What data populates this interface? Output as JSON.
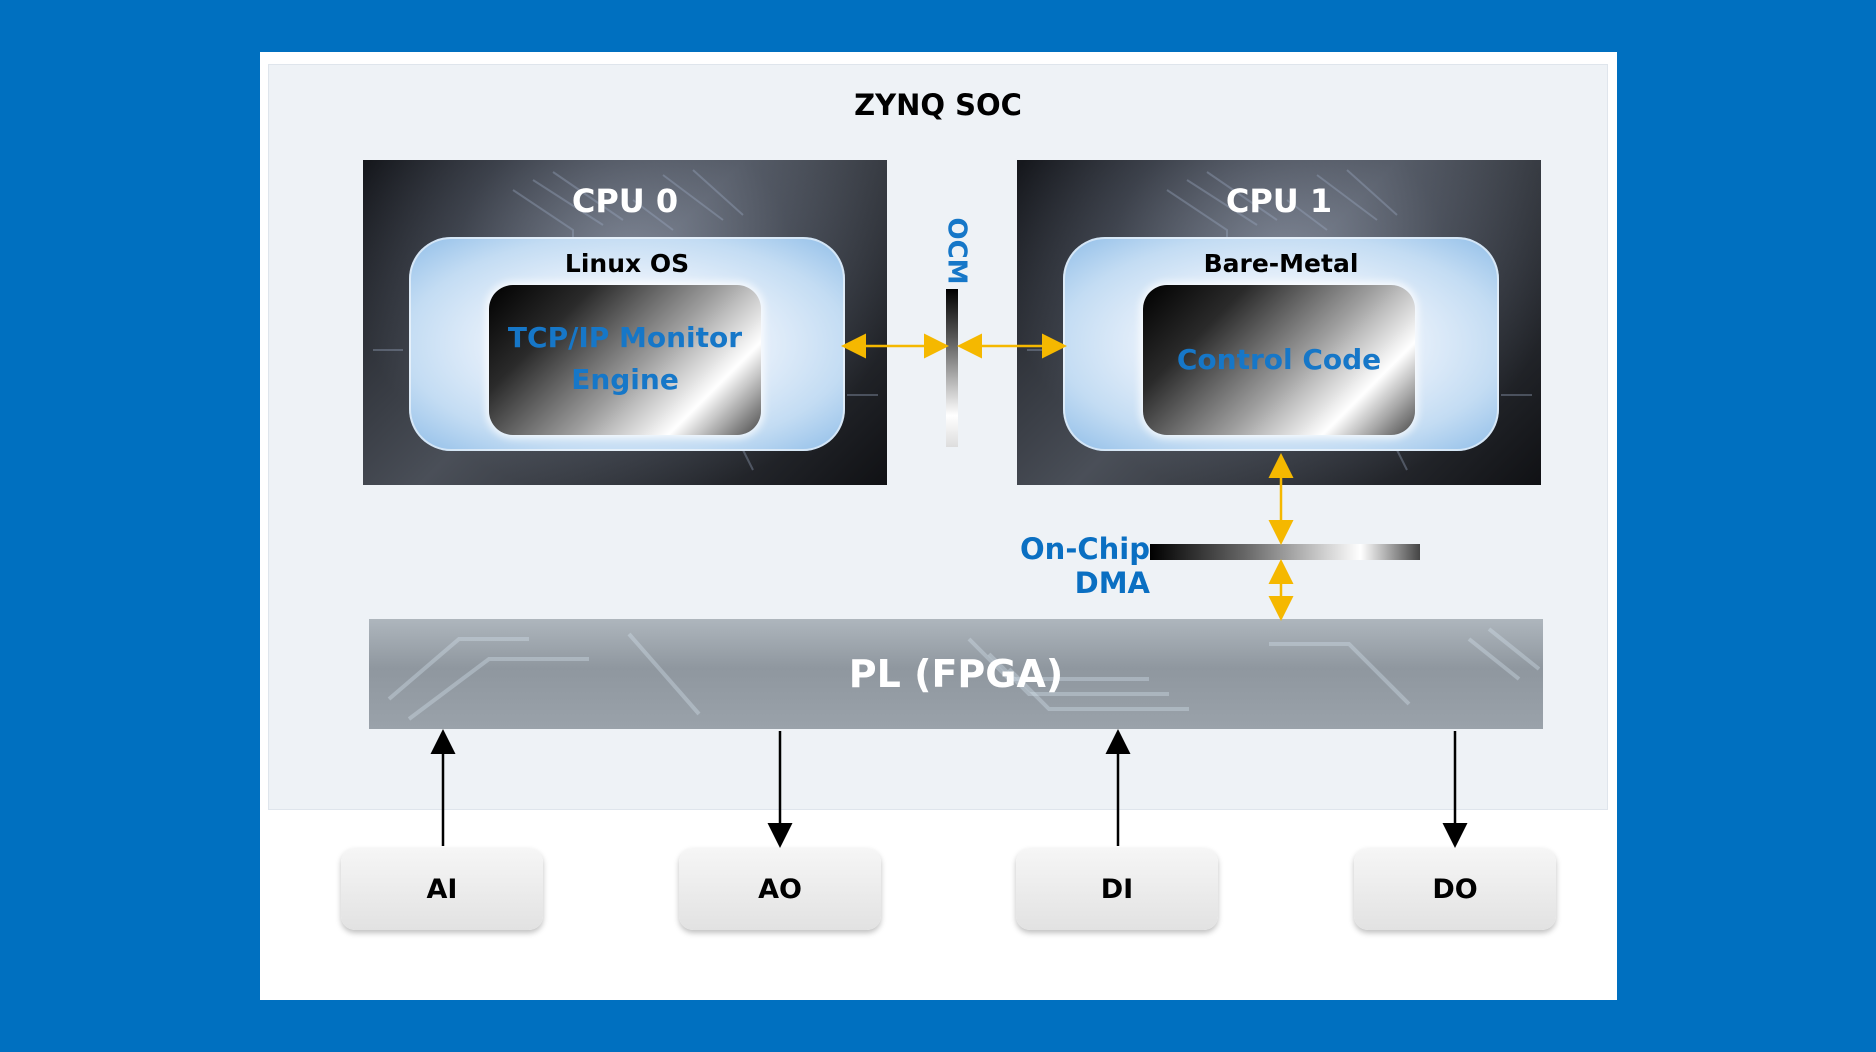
{
  "diagram": {
    "title": "ZYNQ SOC",
    "cpu0": {
      "title": "CPU 0",
      "os": "Linux OS",
      "engine_line1": "TCP/IP Monitor",
      "engine_line2": "Engine"
    },
    "cpu1": {
      "title": "CPU 1",
      "os": "Bare-Metal",
      "engine_line1": "Control Code"
    },
    "ocm_label": "OCM",
    "dma_label": "On-Chip DMA",
    "pl_label": "PL (FPGA)",
    "io": {
      "ai": "AI",
      "ao": "AO",
      "di": "DI",
      "do": "DO"
    },
    "colors": {
      "background": "#0070C0",
      "accent_text": "#1677C8",
      "bidirectional_arrow": "#F5B800",
      "io_arrow": "#000000"
    }
  }
}
